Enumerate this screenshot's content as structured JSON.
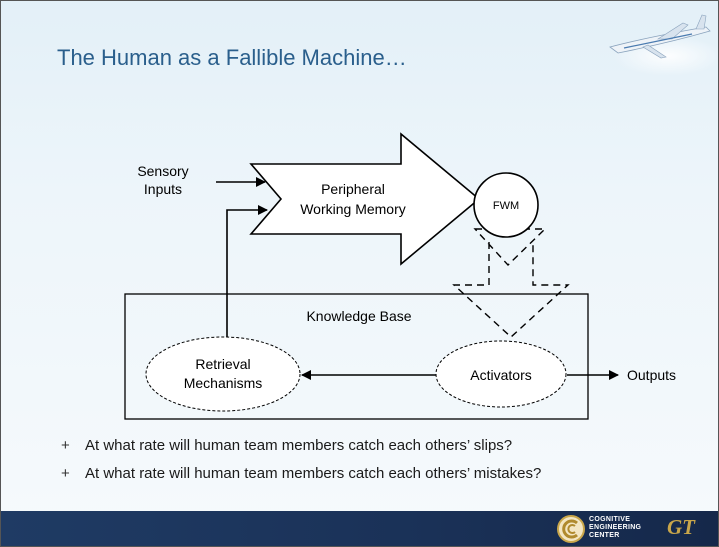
{
  "slide": {
    "title": "The Human as a Fallible Machine…"
  },
  "diagram": {
    "sensory_inputs_line1": "Sensory",
    "sensory_inputs_line2": "Inputs",
    "pwm_line1": "Peripheral",
    "pwm_line2": "Working Memory",
    "fwm": "FWM",
    "knowledge_base": "Knowledge Base",
    "retrieval_line1": "Retrieval",
    "retrieval_line2": "Mechanisms",
    "activators": "Activators",
    "outputs": "Outputs"
  },
  "bullets": [
    {
      "marker": "+",
      "text": "At what rate will human team members catch each others’ slips?"
    },
    {
      "marker": "+",
      "text": "At what rate will human team members catch each others’ mistakes?"
    }
  ],
  "footer": {
    "org_line1": "Cognitive",
    "org_line2": "Engineering",
    "org_line3": "Center",
    "gt": "GT"
  },
  "colors": {
    "title": "#2a5f8c",
    "footer_bg": "#1f3b64",
    "logo_gold": "#c9a64a"
  }
}
